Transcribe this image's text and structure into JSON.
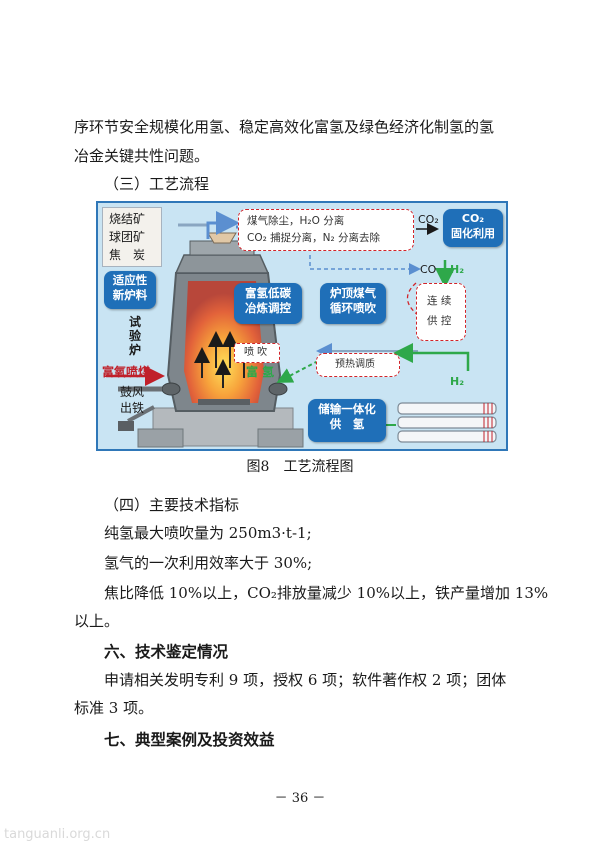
{
  "intro": {
    "line1": "序环节安全规模化用氢、稳定高效化富氢及绿色经济化制氢的氢",
    "line2": "冶金关键共性问题。"
  },
  "section3": {
    "heading": "（三）工艺流程"
  },
  "figure": {
    "raw_materials": [
      "烧结矿",
      "球团矿",
      "焦　炭"
    ],
    "adaptive_charge": [
      "适应性",
      "新炉料"
    ],
    "gas_cleaning": [
      "煤气除尘，H₂O 分离",
      "CO₂ 捕捉分离，N₂ 分离去除"
    ],
    "co2_label": "CO₂",
    "co2_util": [
      "CO₂",
      "固化利用"
    ],
    "co_label": "CO",
    "h2_label": "H₂",
    "h2_label_lower": "H₂",
    "hydrogen_rich_control": [
      "富氢低碳",
      "冶炼调控"
    ],
    "top_gas_recycle": [
      "炉顶煤气",
      "循环喷吹"
    ],
    "continuous_supply": [
      "连 续",
      "供 控"
    ],
    "test_furnace": [
      "试",
      "验",
      "炉"
    ],
    "injection": "喷 吹",
    "preheat": "预热调质",
    "hydrogen_rich": "富 氢",
    "oxygen_rich_coal": "富氧喷煤",
    "blast": "鼓风",
    "tapping": "出铁",
    "storage_supply": [
      "储输一体化",
      "供　氢"
    ],
    "colors": {
      "frame": "#2f77b8",
      "bg": "#c9e4f3",
      "button": "#1f6fb8",
      "red_dash": "#d2242a",
      "green": "#2ea84a",
      "dark_red": "#b01e23"
    }
  },
  "caption": "图8　工艺流程图",
  "section4": {
    "heading": "（四）主要技术指标",
    "items": [
      "纯氢最大喷吹量为 250m3·t-1;",
      "氢气的一次利用效率大于 30%;",
      "焦比降低 10%以上，CO₂排放量减少 10%以上，铁产量增加 13%",
      "以上。"
    ]
  },
  "section6": {
    "heading": "六、技术鉴定情况",
    "line1": "申请相关发明专利 9 项，授权 6 项；软件著作权 2 项；团体",
    "line2": "标准 3 项。"
  },
  "section7": {
    "heading": "七、典型案例及投资效益"
  },
  "page_number": "－ 36 －",
  "watermark": "tanguanli.org.cn"
}
